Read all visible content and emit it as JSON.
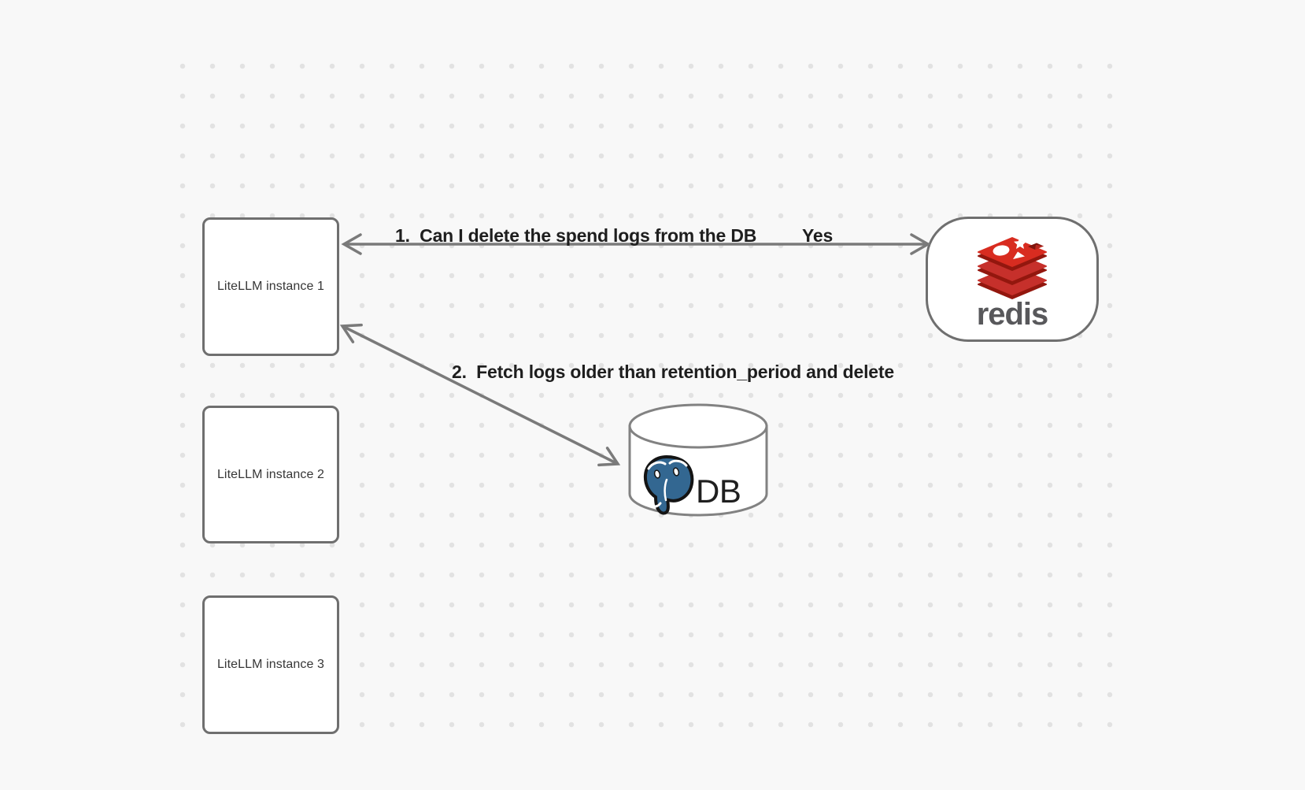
{
  "canvas": {
    "background_color": "#f8f8f8",
    "dot_color": "#e2e2e2"
  },
  "nodes": {
    "instance1": {
      "label": "LiteLLM instance 1"
    },
    "instance2": {
      "label": "LiteLLM instance 2"
    },
    "instance3": {
      "label": "LiteLLM instance 3"
    },
    "redis": {
      "wordmark": "redis",
      "brand_red_top": "#D82C20",
      "brand_red": "#C6302B",
      "brand_red_dark": "#93170E",
      "wordmark_color": "#58585B"
    },
    "db": {
      "label": "DB",
      "postgres_blue": "#336791"
    }
  },
  "edges": {
    "request": {
      "label": "1.  Can I delete the spend logs from the DB",
      "response": "Yes"
    },
    "cleanup": {
      "label": "2.  Fetch logs older than retention_period and delete"
    }
  },
  "colors": {
    "stroke_gray": "#7a7a7a",
    "node_border_gray": "#6f6f6f",
    "label_text": "#1e1e1e"
  }
}
